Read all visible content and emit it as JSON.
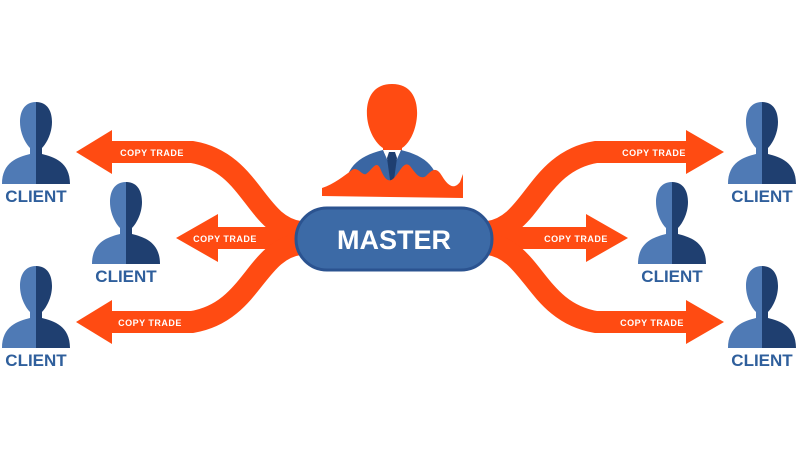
{
  "colors": {
    "arrow": "#ff4b12",
    "client_dark": "#1f3f70",
    "client_light": "#4f7ab5",
    "master_pill": "#3c6aa6",
    "master_pill_edge": "#2b5390",
    "label": "#2f5f9c",
    "master_person": "#ff4b12",
    "suit": "#3a66a3",
    "white": "#ffffff"
  },
  "master": {
    "label": "MASTER"
  },
  "arrows": [
    {
      "id": "left-top",
      "label": "COPY TRADE"
    },
    {
      "id": "left-middle",
      "label": "COPY TRADE"
    },
    {
      "id": "left-bottom",
      "label": "COPY TRADE"
    },
    {
      "id": "right-top",
      "label": "COPY TRADE"
    },
    {
      "id": "right-middle",
      "label": "COPY TRADE"
    },
    {
      "id": "right-bottom",
      "label": "COPY TRADE"
    }
  ],
  "clients": [
    {
      "id": "left-top",
      "label": "CLIENT"
    },
    {
      "id": "left-middle",
      "label": "CLIENT"
    },
    {
      "id": "left-bottom",
      "label": "CLIENT"
    },
    {
      "id": "right-top",
      "label": "CLIENT"
    },
    {
      "id": "right-middle",
      "label": "CLIENT"
    },
    {
      "id": "right-bottom",
      "label": "CLIENT"
    }
  ]
}
